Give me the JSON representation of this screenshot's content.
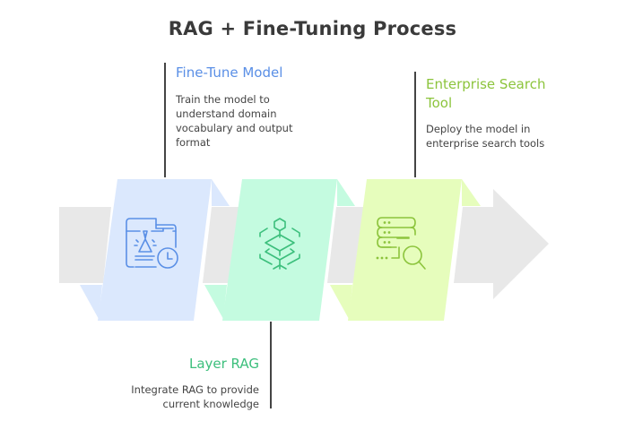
{
  "title": "RAG + Fine-Tuning Process",
  "colors": {
    "arrow": "#e8e8e8",
    "step1_fill": "#dbe8fd",
    "step1_accent": "#5a8fe6",
    "step2_fill": "#c4fbe0",
    "step2_accent": "#3cbf7c",
    "step3_fill": "#e6fdbc",
    "step3_accent": "#8cc43c",
    "text": "#444444"
  },
  "steps": [
    {
      "order": 1,
      "heading": "Fine-Tune Model",
      "description_lines": [
        "Train the model to",
        "understand domain",
        "vocabulary and output",
        "format"
      ],
      "icon": "3d-printer-clock-icon",
      "label_position": "top"
    },
    {
      "order": 2,
      "heading": "Layer RAG",
      "description_lines": [
        "Integrate RAG to provide",
        "current knowledge"
      ],
      "icon": "layered-stack-icon",
      "label_position": "bottom"
    },
    {
      "order": 3,
      "heading_lines": [
        "Enterprise Search",
        "Tool"
      ],
      "description_lines": [
        "Deploy the model in",
        "enterprise search tools"
      ],
      "icon": "database-search-icon",
      "label_position": "top"
    }
  ]
}
